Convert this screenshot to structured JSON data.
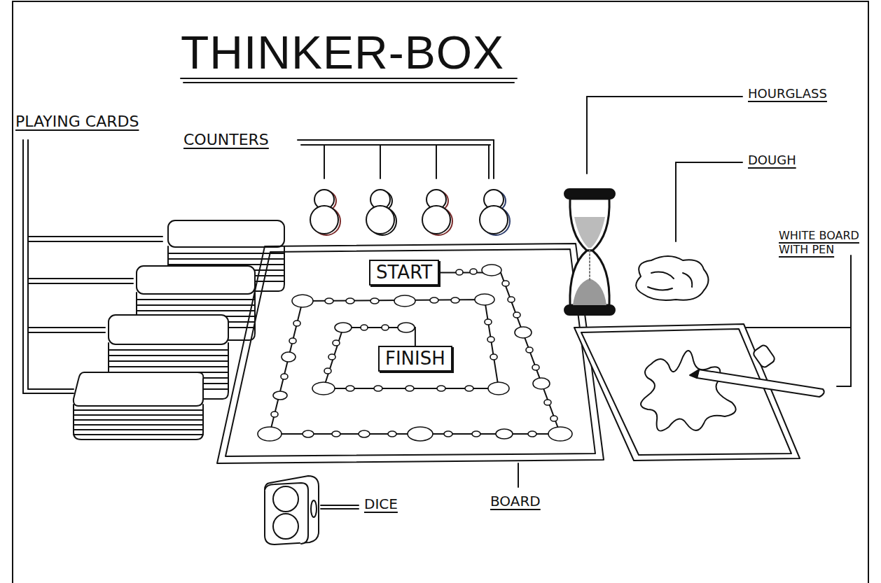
{
  "diagram": {
    "title": "THINKER-BOX",
    "nodes": [
      {
        "text": [
          "START"
        ]
      },
      {
        "text": [
          "FINISH"
        ]
      }
    ],
    "edges": [
      {
        "from": 0,
        "to": 1,
        "arrow": "none"
      }
    ],
    "labels": [
      "PLAYING CARDS",
      "COUNTERS",
      "HOURGLASS",
      "DOUGH",
      "WHITE BOARD WITH PEN",
      "DICE",
      "BOARD"
    ]
  }
}
